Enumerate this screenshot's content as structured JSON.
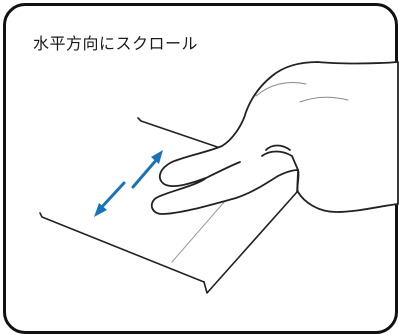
{
  "caption": {
    "title": "水平方向にスクロール"
  },
  "illustration": {
    "subject": "hand-on-touchpad",
    "gesture": "two-finger-scroll",
    "arrow_color": "#1a73b8",
    "line_color": "#222222"
  }
}
